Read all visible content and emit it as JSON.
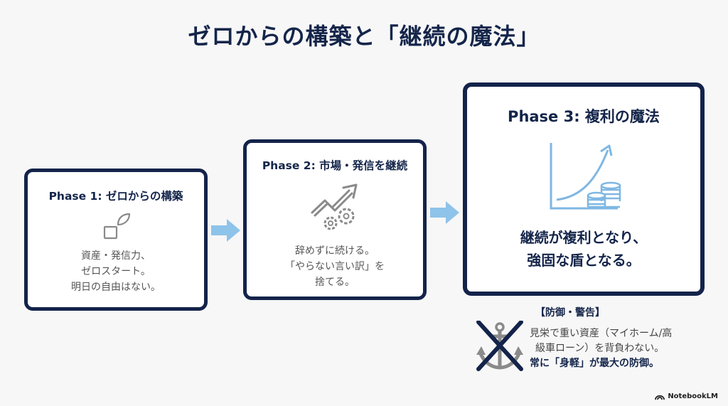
{
  "title": "ゼロからの構築と「継続の魔法」",
  "phases": [
    {
      "title": "Phase 1: ゼロからの構築",
      "icon": "seedling-icon",
      "lines": [
        "資産・発信力、",
        "ゼロスタート。",
        "明日の自由はない。"
      ]
    },
    {
      "title": "Phase 2: 市場・発信を継続",
      "icon": "growth-gears-icon",
      "lines": [
        "辞めずに続ける。",
        "「やらない言い訳」を",
        "捨てる。"
      ]
    },
    {
      "title": "Phase 3: 複利の魔法",
      "icon": "compound-growth-icon",
      "lines": [
        "継続が複利となり、",
        "強固な盾となる。"
      ]
    }
  ],
  "warning": {
    "heading": "【防御・警告】",
    "icon": "crossed-anchor-icon",
    "lines": [
      "見栄で重い資産（マイホーム/高",
      "級車ローン）を背負わない。",
      "常に「身軽」が最大の防御。"
    ]
  },
  "brand": "NotebookLM",
  "colors": {
    "navy": "#13234a",
    "arrow_blue": "#8ec3ea",
    "icon_gray": "#8a8a8a",
    "chart_blue": "#7fb7e3"
  }
}
